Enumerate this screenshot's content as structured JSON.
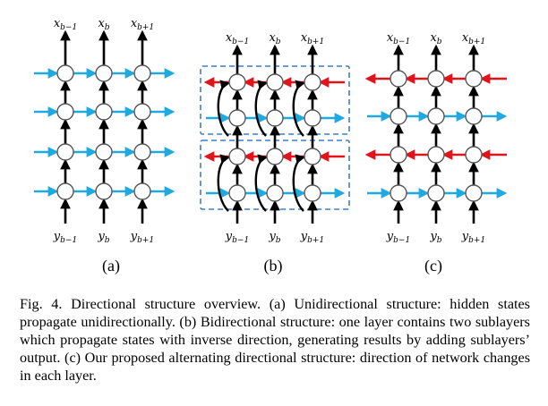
{
  "colors": {
    "blue": "#1fa9e1",
    "red": "#e2141b",
    "black": "#000000",
    "box": "#3d7dc8"
  },
  "top_labels": {
    "left": "x",
    "left_sub": "b−1",
    "mid": "x",
    "mid_sub": "b",
    "right": "x",
    "right_sub": "b+1"
  },
  "bottom_labels": {
    "left": "y",
    "left_sub": "b−1",
    "mid": "y",
    "mid_sub": "b",
    "right": "y",
    "right_sub": "b+1"
  },
  "panels": [
    {
      "id": "a",
      "label": "(a)",
      "row_dirs": [
        "right",
        "right",
        "right",
        "right"
      ]
    },
    {
      "id": "b",
      "label": "(b)",
      "row_dirs": [
        "left",
        "right",
        "left",
        "right"
      ]
    },
    {
      "id": "c",
      "label": "(c)",
      "row_dirs": [
        "left",
        "right",
        "left",
        "right"
      ]
    }
  ],
  "caption": "Fig. 4.   Directional structure overview. (a) Unidirectional structure: hidden states propagate unidirectionally. (b) Bidirectional structure: one layer contains two sublayers which propagate states with inverse direction, generating results by adding sublayers’ output. (c) Our proposed alternating directional structure: direction of network changes in each layer."
}
